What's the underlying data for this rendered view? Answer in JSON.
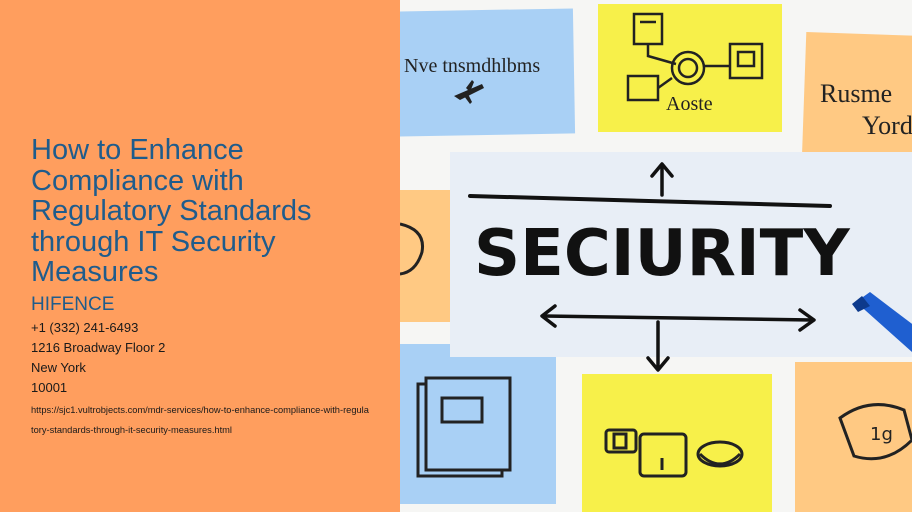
{
  "page": {
    "title": "How to Enhance Compliance with Regulatory Standards through IT Security Measures",
    "company": "HIFENCE",
    "phone": "+1 (332) 241-6493",
    "address_line": "1216 Broadway Floor 2",
    "city": "New York",
    "zip": "10001",
    "url": "https://sjc1.vultrobjects.com/mdr-services/how-to-enhance-compliance-with-regulatory-standards-through-it-security-measures.html"
  },
  "hero": {
    "security_word": "SECIURITY",
    "note_top_left": "Nve tnsmdhlbms",
    "note_top_middle": "Aoste",
    "note_right_1": "Rusme",
    "note_right_2": "Yord"
  },
  "colors": {
    "panel_bg": "#FF9E5E",
    "title_color": "#1F5C8C",
    "note_blue": "#A9D0F5",
    "note_yellow": "#F7F04A",
    "note_orange": "#FFC983"
  },
  "icons": [
    "airplane-icon",
    "network-icon",
    "laptop-icon",
    "device-icon",
    "marker-icon",
    "arrow-icon"
  ]
}
